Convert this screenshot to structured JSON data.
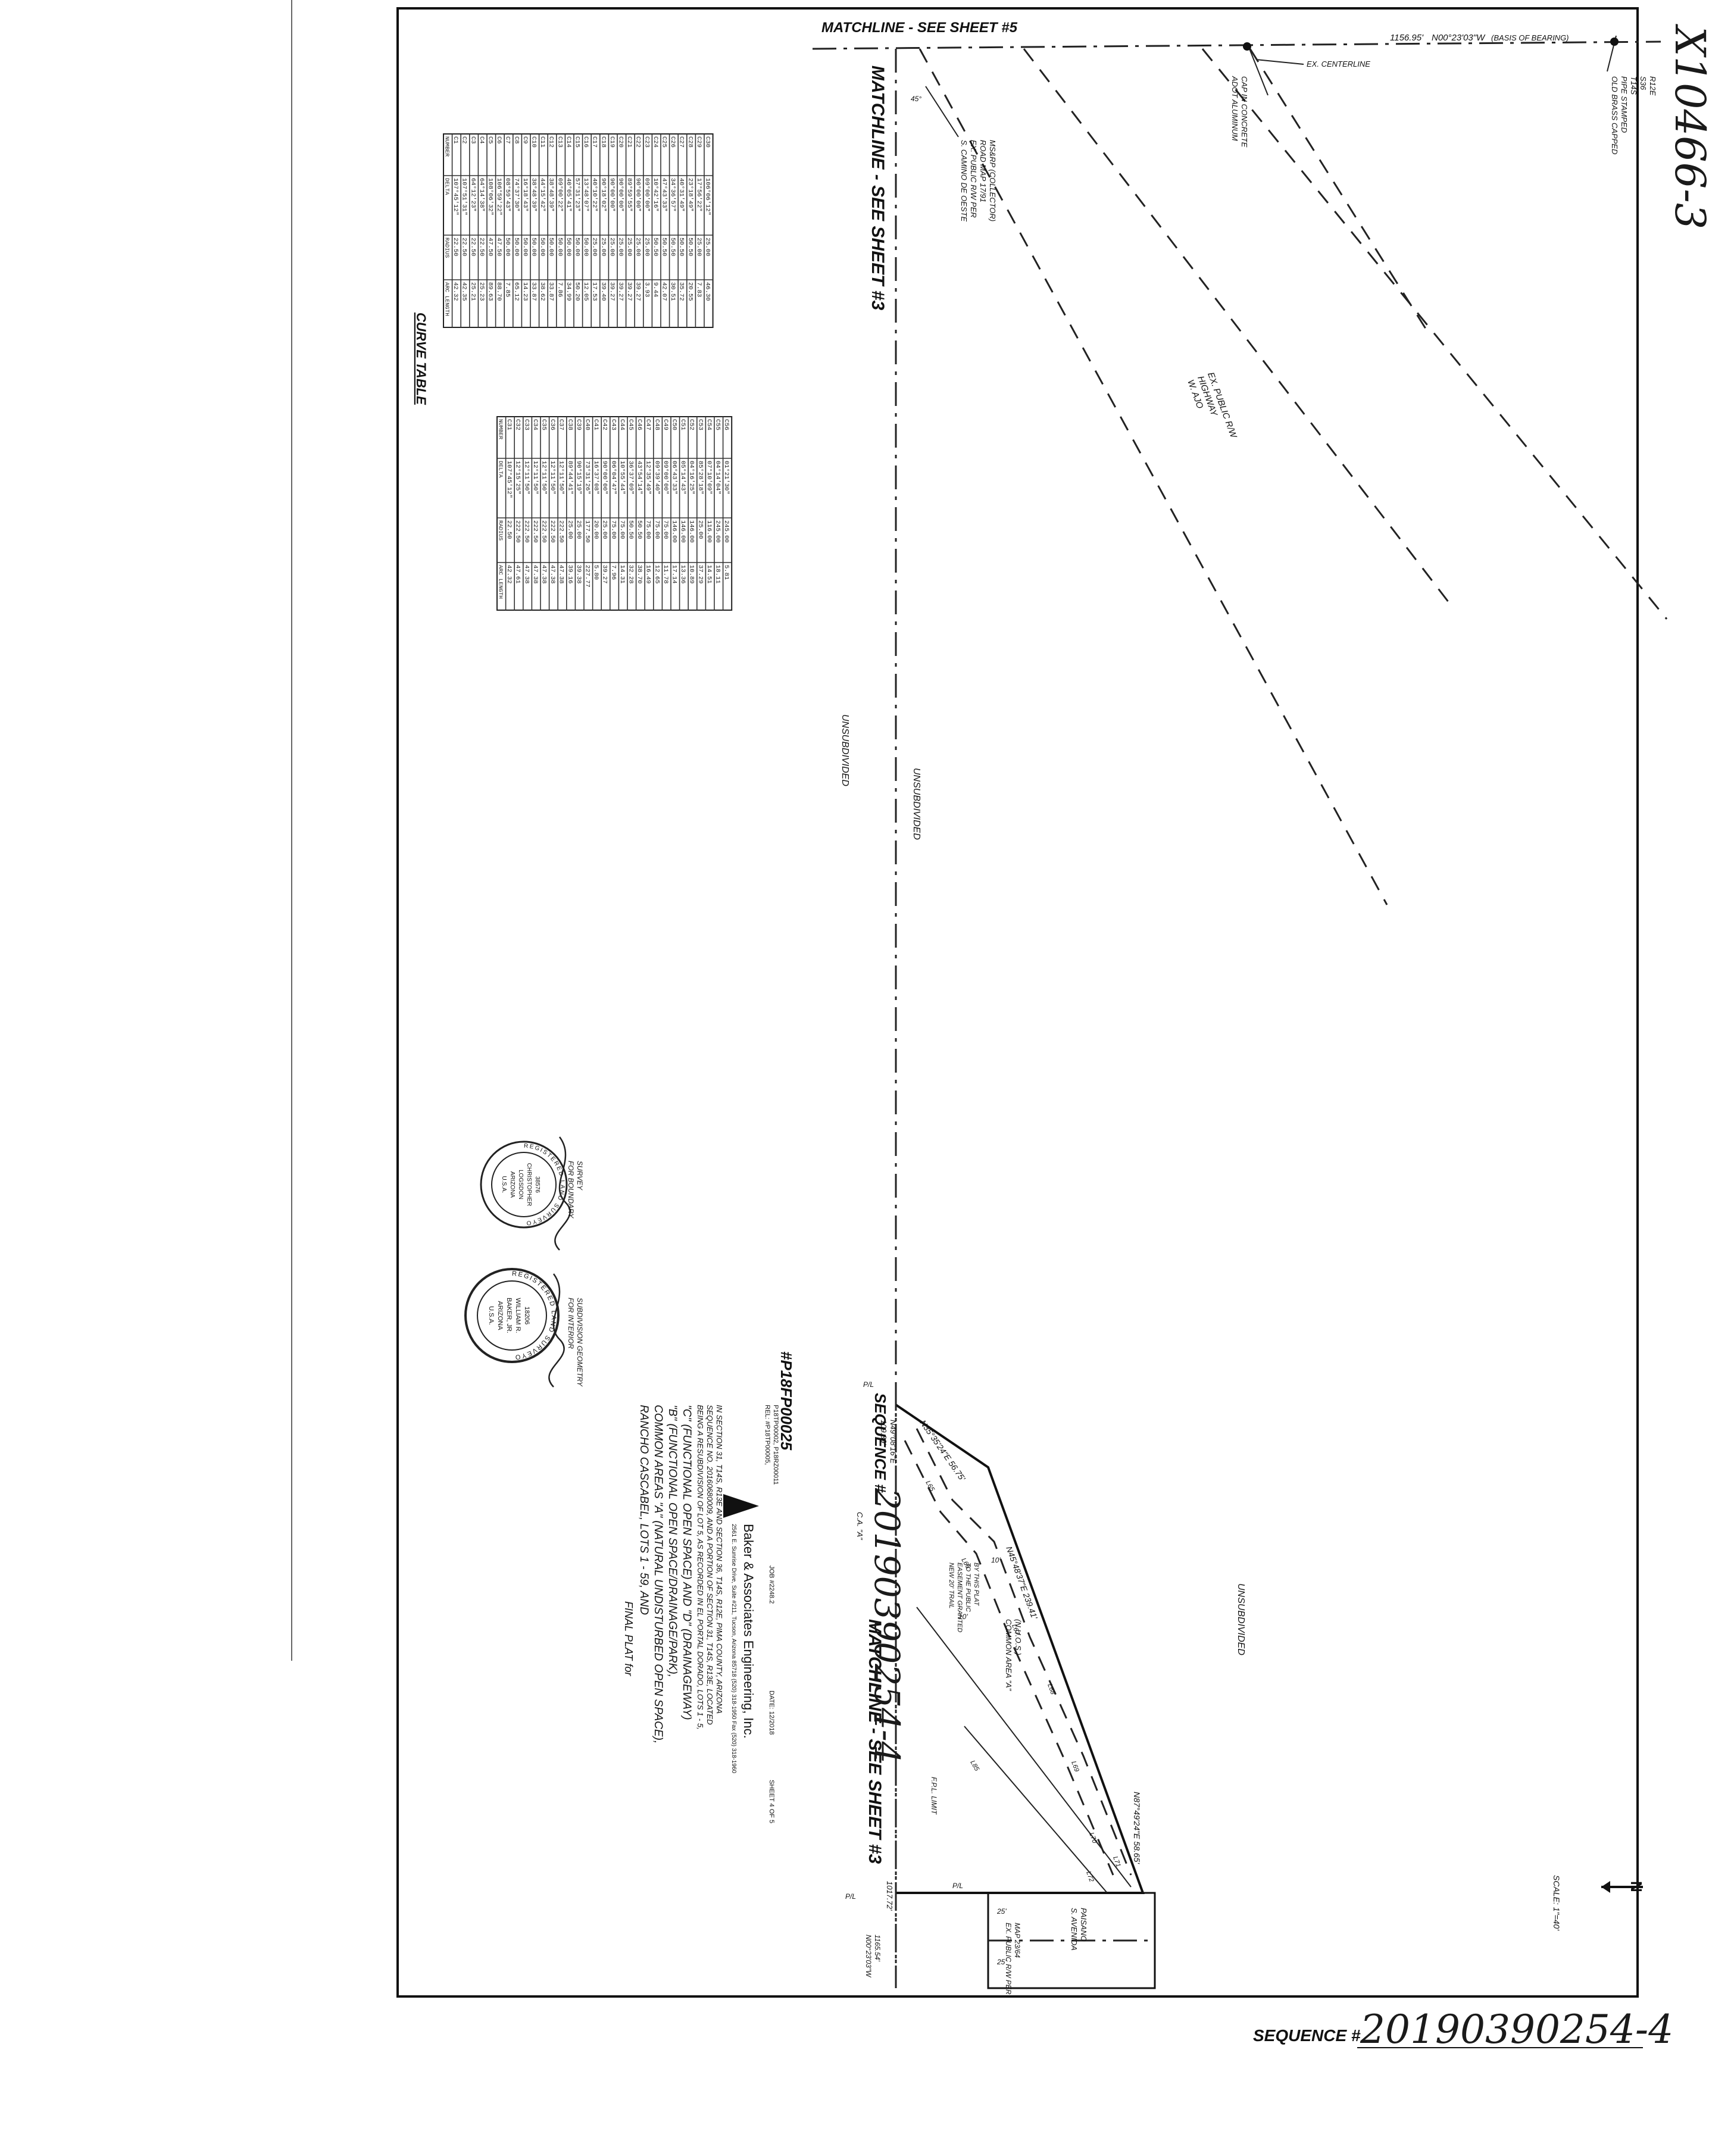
{
  "doc_number": "X10466-3",
  "scale": "SCALE: 1\"=40'",
  "north_arrow": "N",
  "matchlines": {
    "top": "MATCHLINE - SEE SHEET #5",
    "left": "MATCHLINE - SEE SHEET #3",
    "lower": "MATCHLINE - SEE SHEET #3"
  },
  "bearing_top": {
    "distance": "1156.95'",
    "bearing": "N00°23'03\"W",
    "note": "(BASIS OF BEARING)"
  },
  "monuments": {
    "brass_cap": [
      "OLD BRASS CAPPED",
      "PIPE STAMPED",
      "T14S",
      "S36",
      "R12E"
    ],
    "aluminum_cap": [
      "ADOT ALUMINUM",
      "CAP IN CONCRETE"
    ],
    "centerline": "EX. CENTERLINE"
  },
  "roads": {
    "camino": [
      "S. CAMINO DE OESTE",
      "EX. PUBLIC R/W PER",
      "ROAD MAP 17/91",
      "MS&RP (COLLECTOR)"
    ],
    "ajo": [
      "W. AJO",
      "HIGHWAY",
      "EX. PUBLIC R/W"
    ],
    "paisano_name": [
      "S. AVENIDA",
      "PAISANO"
    ],
    "paisano_row": [
      "EX. PUBLIC R/W PER",
      "MAP 23/64"
    ],
    "paisano_dims": [
      "25'",
      "25'"
    ]
  },
  "labels": {
    "unsubdivided_1": "UNSUBDIVIDED",
    "unsubdivided_2": "UNSUBDIVIDED",
    "unsubdivided_3": "UNSUBDIVIDED",
    "common_area_a": [
      "COMMON AREA \"A\"",
      "(N.U.O.S.)"
    ],
    "ca_a": "C.A. \"A\"",
    "trail": [
      "NEW 20' TRAIL",
      "EASEMENT GRANTED",
      "TO THE PUBLIC",
      "BY THIS PLAT"
    ],
    "fpl": "F.P.L. LIMIT",
    "width_10a": "10'",
    "width_10b": "10'",
    "angle_45": "45°",
    "pl_1": "P/L",
    "pl_2": "P/L",
    "pl_3": "P/L"
  },
  "bearings": {
    "b1": "N35°35'24\"E  56.75'",
    "b2": "N45°48'37\"E  239.41'",
    "b3": "N87°49'24\"E  58.65'",
    "b4_dist": "109.89'",
    "b4_bearing": "N49°08'16\"E",
    "b5_dist": "1017.72'",
    "b5_bearing": "N00°23'03\"W",
    "b5_extra": "1165.54'"
  },
  "line_labels": [
    "L65",
    "L66",
    "L67",
    "L68",
    "L69",
    "L70",
    "L71",
    "L72",
    "L85"
  ],
  "curve_table": {
    "title": "CURVE TABLE",
    "headers": [
      "NUMBER",
      "DELTA",
      "RADIUS",
      "ARC LENGTH"
    ],
    "left_rows": [
      [
        "C1",
        "107°45'12\"",
        "22.50",
        "42.32"
      ],
      [
        "C2",
        "107°51'31\"",
        "22.50",
        "42.35"
      ],
      [
        "C3",
        "64°12'23\"",
        "22.50",
        "25.21"
      ],
      [
        "C4",
        "64°14'38\"",
        "22.50",
        "25.23"
      ],
      [
        "C5",
        "108°06'32\"",
        "47.50",
        "89.63"
      ],
      [
        "C6",
        "106°59'22\"",
        "47.50",
        "88.70"
      ],
      [
        "C7",
        "08°59'43\"",
        "50.00",
        "7.85"
      ],
      [
        "C8",
        "74°37'30\"",
        "50.00",
        "65.12"
      ],
      [
        "C9",
        "16°18'43\"",
        "50.00",
        "14.23"
      ],
      [
        "C10",
        "38°48'39\"",
        "50.00",
        "33.87"
      ],
      [
        "C11",
        "44°15'42\"",
        "50.00",
        "38.62"
      ],
      [
        "C12",
        "38°48'39\"",
        "50.00",
        "33.87"
      ],
      [
        "C13",
        "09°00'22\"",
        "50.00",
        "7.86"
      ],
      [
        "C14",
        "40°05'41\"",
        "50.00",
        "34.99"
      ],
      [
        "C15",
        "57°31'23\"",
        "50.00",
        "50.20"
      ],
      [
        "C16",
        "13°48'07\"",
        "50.00",
        "12.05"
      ],
      [
        "C17",
        "40°10'22\"",
        "25.00",
        "17.53"
      ],
      [
        "C18",
        "90°18'02\"",
        "25.00",
        "39.40"
      ],
      [
        "C19",
        "90°00'00\"",
        "25.00",
        "39.27"
      ],
      [
        "C20",
        "90°00'00\"",
        "25.00",
        "39.27"
      ],
      [
        "C21",
        "89°59'55\"",
        "25.00",
        "39.27"
      ],
      [
        "C22",
        "90°00'00\"",
        "25.00",
        "39.27"
      ],
      [
        "C23",
        "09°00'00\"",
        "25.00",
        "3.93"
      ],
      [
        "C24",
        "10°42'16\"",
        "50.50",
        "9.44"
      ],
      [
        "C25",
        "47°43'33\"",
        "50.50",
        "42.07"
      ],
      [
        "C26",
        "34°36'57\"",
        "50.50",
        "30.51"
      ],
      [
        "C27",
        "40°31'49\"",
        "50.50",
        "35.72"
      ],
      [
        "C28",
        "23°18'49\"",
        "50.50",
        "20.55"
      ],
      [
        "C29",
        "17°56'22\"",
        "25.00",
        "7.83"
      ],
      [
        "C30",
        "106°06'12\"",
        "25.00",
        "46.30"
      ]
    ],
    "right_rows": [
      [
        "C31",
        "107°45'12\"",
        "22.50",
        "42.32"
      ],
      [
        "C32",
        "12°15'25\"",
        "222.50",
        "47.61"
      ],
      [
        "C33",
        "12°11'50\"",
        "222.50",
        "47.38"
      ],
      [
        "C34",
        "12°11'50\"",
        "222.50",
        "47.38"
      ],
      [
        "C35",
        "12°11'50\"",
        "222.50",
        "47.38"
      ],
      [
        "C36",
        "12°11'50\"",
        "222.50",
        "47.38"
      ],
      [
        "C37",
        "12°11'50\"",
        "222.50",
        "47.38"
      ],
      [
        "C38",
        "89°44'41\"",
        "25.00",
        "39.16"
      ],
      [
        "C39",
        "90°15'19\"",
        "25.00",
        "39.38"
      ],
      [
        "C40",
        "73°31'26\"",
        "177.50",
        "227.77"
      ],
      [
        "C41",
        "16°37'08\"",
        "20.00",
        "5.80"
      ],
      [
        "C42",
        "90°00'00\"",
        "25.00",
        "39.27"
      ],
      [
        "C43",
        "06°04'47\"",
        "75.00",
        "7.96"
      ],
      [
        "C44",
        "10°55'44\"",
        "75.00",
        "14.31"
      ],
      [
        "C45",
        "36°37'09\"",
        "50.50",
        "32.28"
      ],
      [
        "C46",
        "43°54'14\"",
        "50.50",
        "38.70"
      ],
      [
        "C47",
        "12°35'49\"",
        "75.00",
        "16.49"
      ],
      [
        "C48",
        "09°39'40\"",
        "75.00",
        "12.65"
      ],
      [
        "C49",
        "09°00'00\"",
        "75.00",
        "11.78"
      ],
      [
        "C50",
        "06°43'33\"",
        "146.00",
        "17.14"
      ],
      [
        "C51",
        "05°14'43\"",
        "146.00",
        "13.36"
      ],
      [
        "C52",
        "04°16'25\"",
        "146.00",
        "10.89"
      ],
      [
        "C53",
        "85°28'18\"",
        "25.00",
        "37.29"
      ],
      [
        "C54",
        "07°10'09\"",
        "116.00",
        "14.51"
      ],
      [
        "C55",
        "04°14'04\"",
        "245.00",
        "18.11"
      ],
      [
        "C56",
        "01°21'30\"",
        "245.00",
        "5.81"
      ]
    ]
  },
  "seal_left": {
    "caption": [
      "FOR BOUNDARY",
      "SURVEY"
    ],
    "ring": "REGISTERED LAND SURVEYOR",
    "inner": [
      "38576",
      "CHRISTOPHER",
      "LOGSDON",
      "ARIZONA",
      "U.S.A."
    ]
  },
  "seal_right": {
    "caption": [
      "FOR INTERIOR",
      "SUBDIVISION GEOMETRY"
    ],
    "ring": "REGISTERED LAND SURVEYOR",
    "inner": [
      "18206",
      "WILLIAM R.",
      "BAKER, JR.",
      "ARIZONA",
      "U.S.A."
    ]
  },
  "title_block": {
    "heading": "FINAL PLAT for",
    "lines": [
      "RANCHO CASCABEL, LOTS 1 - 59, AND",
      "COMMON AREAS \"A\" (NATURAL UNDISTURBED OPEN SPACE),",
      "\"B\" (FUNCTIONAL OPEN SPACE/DRAINAGE/PARK),",
      "\"C\" (FUNCTIONAL OPEN SPACE) AND \"D\" (DRAINAGEWAY)"
    ],
    "desc": [
      "BEING A RESUBDIVISION OF LOT 5, AS RECORDED IN EL PORTAL DORADO, LOTS 1 - 5,",
      "SEQUENCE NO. 20160680009, AND A PORTION OF SECTION 31, T14S, R13E, LOCATED",
      "IN SECTION 31, T14S, R13E AND SECTION 36, T14S, R12E, PIMA COUNTY, ARIZONA"
    ],
    "company": "Baker & Associates Engineering, Inc.",
    "address": "2561 E. Sunrise Drive, Suite #211, Tucson, Arizona 85718  (520) 318-1950  Fax (520) 318-1960",
    "rel": "REL: #P18TP00005,",
    "rel2": "P18TP00002, P18RZ00011",
    "job": "JOB #2248.2",
    "date": "DATE: 12/2018",
    "sheet": "SHEET 4 OF 5",
    "case_no": "#P18FP00025",
    "seq_inner_label": "SEQUENCE #",
    "seq_inner_value": "20190390254-4"
  },
  "sequence_bottom": {
    "label": "SEQUENCE #",
    "value": "20190390254-4"
  }
}
